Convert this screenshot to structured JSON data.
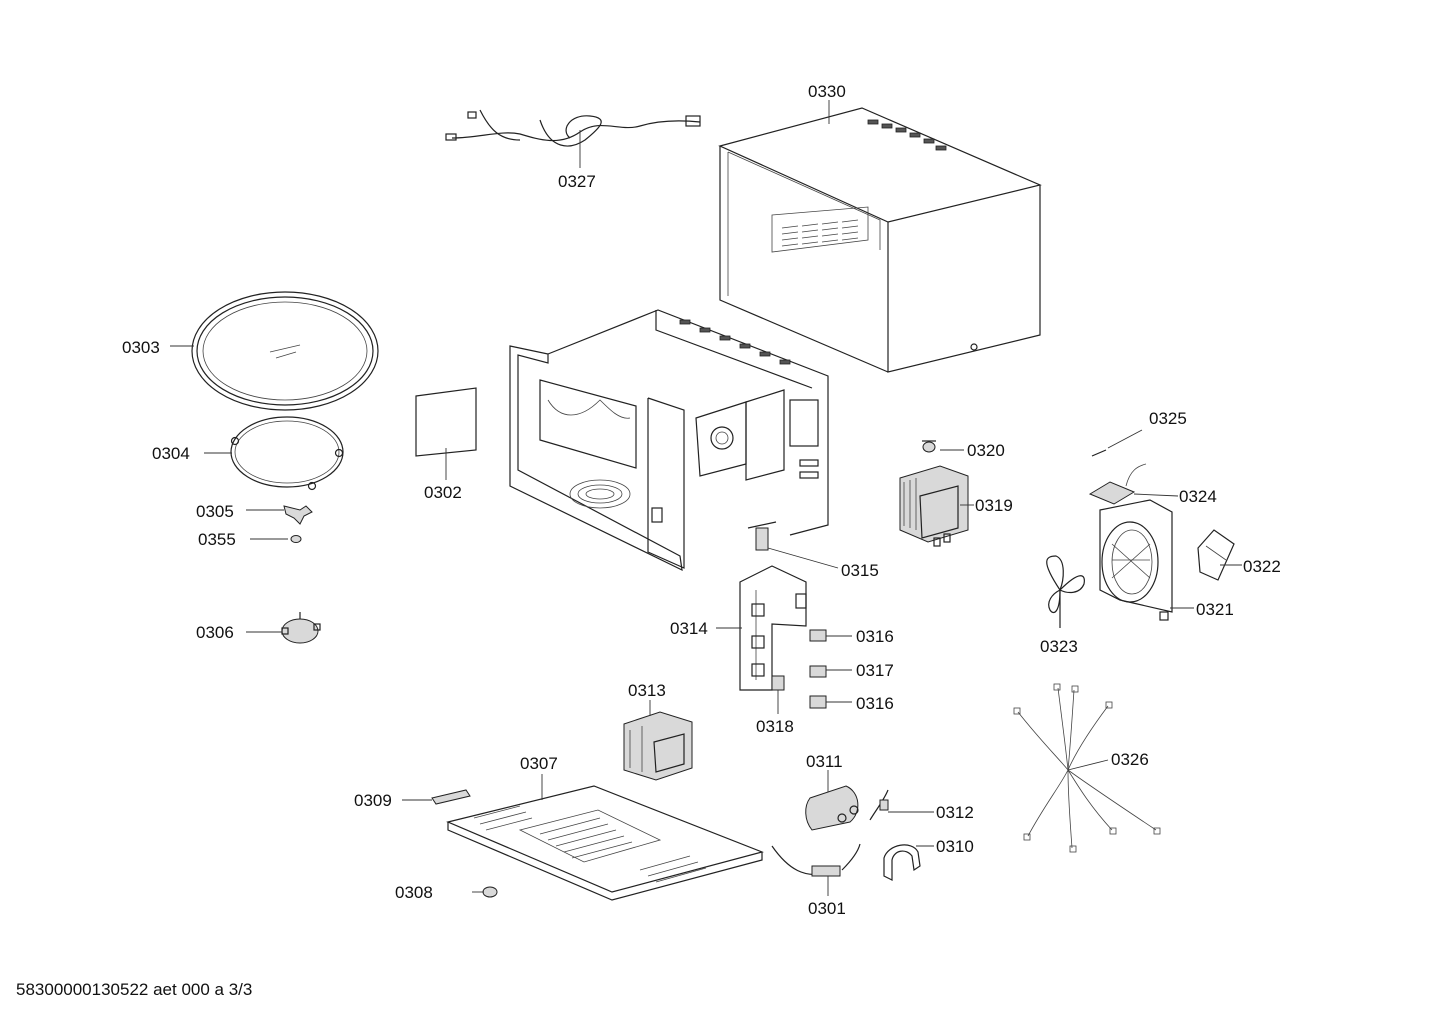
{
  "parts": [
    {
      "id": "0330"
    },
    {
      "id": "0327"
    },
    {
      "id": "0303"
    },
    {
      "id": "0304"
    },
    {
      "id": "0302"
    },
    {
      "id": "0305"
    },
    {
      "id": "0355"
    },
    {
      "id": "0306"
    },
    {
      "id": "0320"
    },
    {
      "id": "0319"
    },
    {
      "id": "0325"
    },
    {
      "id": "0324"
    },
    {
      "id": "0322"
    },
    {
      "id": "0321"
    },
    {
      "id": "0323"
    },
    {
      "id": "0315"
    },
    {
      "id": "0314"
    },
    {
      "id": "0316"
    },
    {
      "id": "0317"
    },
    {
      "id": "0316"
    },
    {
      "id": "0318"
    },
    {
      "id": "0313"
    },
    {
      "id": "0307"
    },
    {
      "id": "0309"
    },
    {
      "id": "0311"
    },
    {
      "id": "0312"
    },
    {
      "id": "0310"
    },
    {
      "id": "0301"
    },
    {
      "id": "0308"
    },
    {
      "id": "0326"
    }
  ],
  "footer": {
    "text": "58300000130522 aet 000 a 3/3"
  }
}
